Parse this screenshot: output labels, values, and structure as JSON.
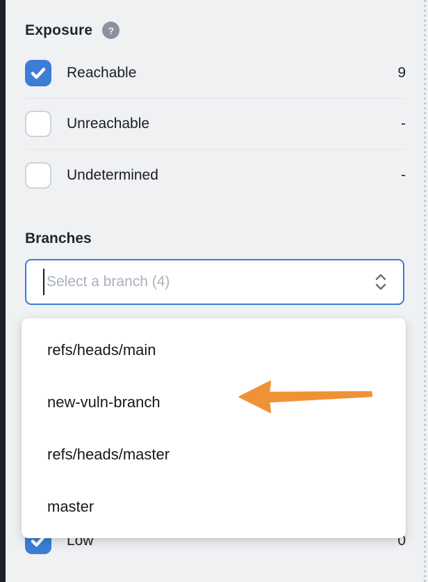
{
  "exposure": {
    "title": "Exposure",
    "help_icon_glyph": "?",
    "options": [
      {
        "label": "Reachable",
        "count": "9",
        "checked": true
      },
      {
        "label": "Unreachable",
        "count": "-",
        "checked": false
      },
      {
        "label": "Undetermined",
        "count": "-",
        "checked": false
      }
    ]
  },
  "branches": {
    "title": "Branches",
    "placeholder": "Select a branch (4)",
    "options": [
      {
        "label": "refs/heads/main"
      },
      {
        "label": "new-vuln-branch"
      },
      {
        "label": "refs/heads/master"
      },
      {
        "label": "master"
      }
    ],
    "annotated_option": "new-vuln-branch"
  },
  "severity_partial": {
    "label": "Low",
    "count": "0",
    "checked": true
  },
  "colors": {
    "accent_blue": "#3c7dd6",
    "input_border_blue": "#3b7bd5",
    "arrow_orange": "#ef9236",
    "page_background": "#f0f1f3",
    "left_rail_dark": "#1b2127",
    "help_badge_gray": "#8a929e",
    "placeholder_gray": "#a9b1bb",
    "divider_gray": "#e1e4e8"
  }
}
